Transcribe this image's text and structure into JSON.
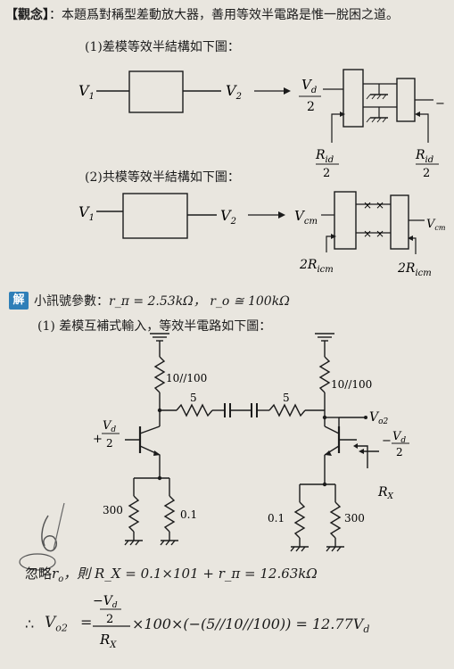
{
  "concept": {
    "tag": "【觀念】",
    "text": "：本題爲對稱型差動放大器，善用等效半電路是惟一脫困之道。"
  },
  "diff_mode": {
    "caption": "(1)差模等效半結構如下圖：",
    "labels": {
      "v1": "V",
      "v1_sub": "1",
      "v2": "V",
      "v2_sub": "2",
      "vd_num": "V",
      "vd_sub": "d",
      "vd_den": "2",
      "neg_vd": "−",
      "rid_num": "R",
      "rid_sub": "id",
      "rid_den": "2"
    }
  },
  "common_mode": {
    "caption": "(2)共模等效半結構如下圖：",
    "labels": {
      "v1": "V",
      "v1_sub": "1",
      "v2": "V",
      "v2_sub": "2",
      "vcm": "V",
      "vcm_sub": "cm",
      "ricm": "2R",
      "ricm_sub": "icm"
    }
  },
  "solution": {
    "badge": "解",
    "params_prefix": "小訊號參數：",
    "params": "r_π = 2.53kΩ，  r_o ≅ 100kΩ",
    "step1_caption": "(1) 差模互補式輸入，等效半電路如下圖："
  },
  "circuit": {
    "r_top_left": "10//100",
    "r_top_right": "10//100",
    "r_series_left": "5",
    "r_series_right": "5",
    "vo2": "V",
    "vo2_sub": "o2",
    "input_left_sign": "+",
    "input_right_sign": "−",
    "vd": "V",
    "vd_sub": "d",
    "den": "2",
    "r_emitter_left": "0.1",
    "r_base_left": "300",
    "r_emitter_right": "0.1",
    "r_base_right": "300",
    "rx": "R",
    "rx_sub": "X"
  },
  "result": {
    "ignore_prefix": "忽略",
    "ro": "r",
    "ro_sub": "o",
    "rx_eq": "，則 R_X = 0.1×101 + r_π = 12.63kΩ",
    "therefore": "∴",
    "vo2_eq_left": "V",
    "vo2_eq_sub": "o2",
    "equals": "=",
    "frac_num_top": "−V",
    "frac_num_sub": "d",
    "frac_num_den": "2",
    "frac_den": "R",
    "frac_den_sub": "X",
    "tail": "×100×(−(5//10//100)) = 12.77V",
    "tail_sub": "d"
  }
}
